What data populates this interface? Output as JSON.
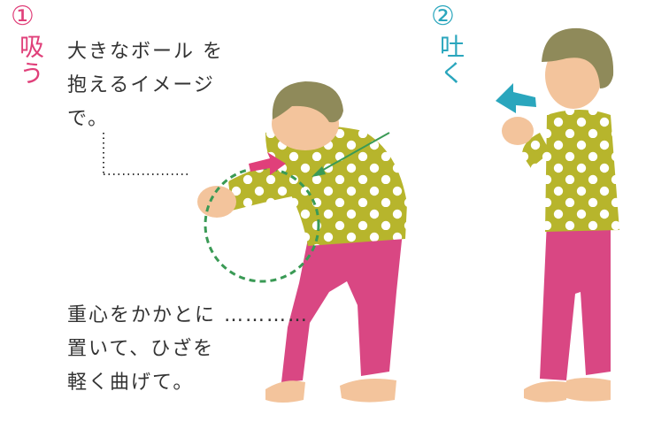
{
  "colors": {
    "step1_accent": "#e0407a",
    "step2_accent": "#2aa6bd",
    "shirt": "#b7b52c",
    "trousers": "#d94783",
    "skin": "#f3c49c",
    "hair": "#8f8a5a",
    "guide_circle": "#3a9a55",
    "note_text": "#333333"
  },
  "step1": {
    "number": "①",
    "verb": "吸う",
    "icon": "arrow-in-icon",
    "tip": [
      "大きなボール を",
      "抱えるイメージ",
      "で。"
    ],
    "tip2": [
      "重心をかかとに …………",
      "置いて、ひざを",
      "軽く曲げて。"
    ]
  },
  "step2": {
    "number": "②",
    "verb": "吐く",
    "icon": "arrow-out-icon"
  }
}
